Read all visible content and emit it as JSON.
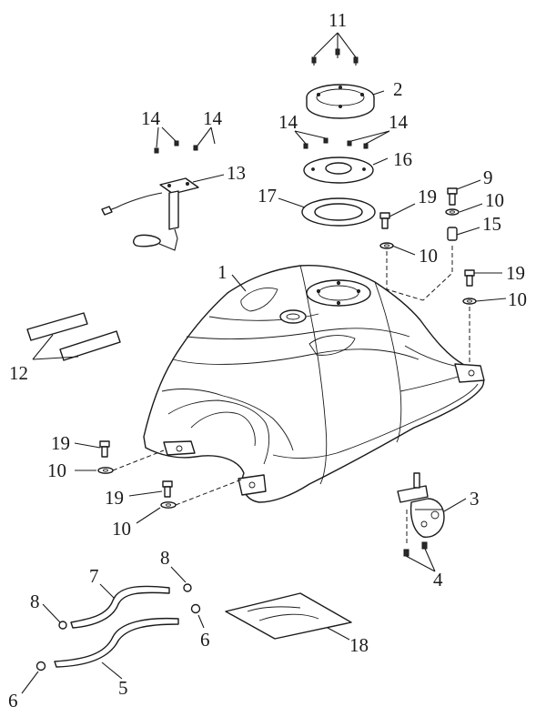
{
  "labels": {
    "l1": "1",
    "l2": "2",
    "l3": "3",
    "l4": "4",
    "l5": "5",
    "l6a": "6",
    "l6b": "6",
    "l7": "7",
    "l8a": "8",
    "l8b": "8",
    "l9": "9",
    "l10a": "10",
    "l10b": "10",
    "l10c": "10",
    "l10d": "10",
    "l10e": "10",
    "l11": "11",
    "l12": "12",
    "l13": "13",
    "l14a": "14",
    "l14b": "14",
    "l14c": "14",
    "l14d": "14",
    "l15": "15",
    "l16": "16",
    "l17": "17",
    "l18": "18",
    "l19a": "19",
    "l19b": "19",
    "l19c": "19",
    "l19d": "19"
  }
}
